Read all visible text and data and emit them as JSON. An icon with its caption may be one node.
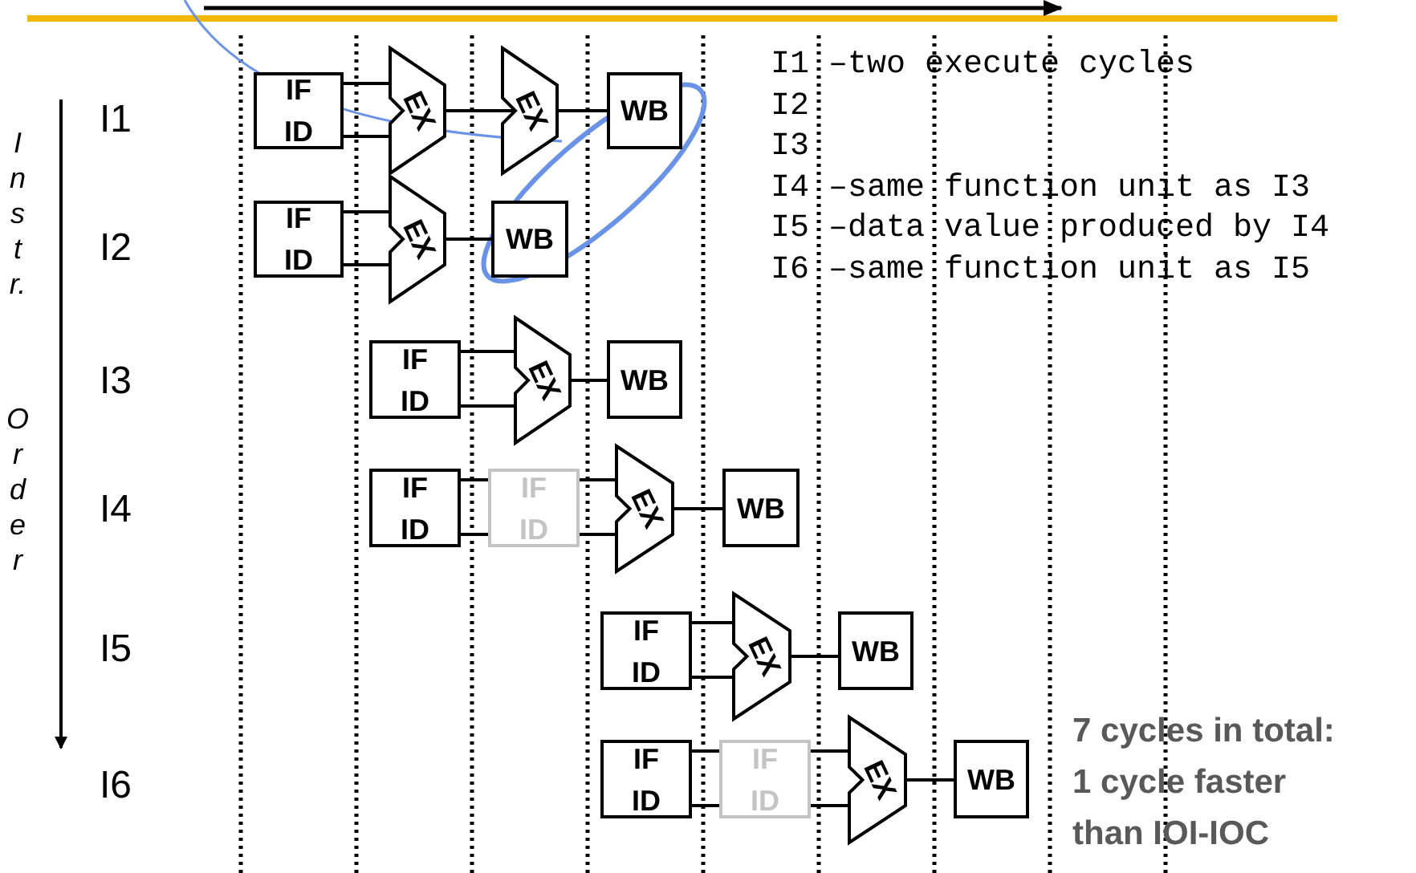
{
  "diagram": {
    "nodes": [
      {
        "text": [
          "IF ID"
        ]
      },
      {
        "text": [
          "EX"
        ]
      },
      {
        "text": [
          "EX"
        ]
      },
      {
        "text": [
          "WB"
        ]
      },
      {
        "text": [
          "IF ID"
        ]
      },
      {
        "text": [
          "EX"
        ]
      },
      {
        "text": [
          "WB"
        ]
      },
      {
        "text": [
          "IF ID"
        ]
      },
      {
        "text": [
          "EX"
        ]
      },
      {
        "text": [
          "WB"
        ]
      },
      {
        "text": [
          "IF ID"
        ]
      },
      {
        "text": [
          "IF ID"
        ]
      },
      {
        "text": [
          "EX"
        ]
      },
      {
        "text": [
          "WB"
        ]
      },
      {
        "text": [
          "IF ID"
        ]
      },
      {
        "text": [
          "EX"
        ]
      },
      {
        "text": [
          "WB"
        ]
      },
      {
        "text": [
          "IF ID"
        ]
      },
      {
        "text": [
          "IF ID"
        ]
      },
      {
        "text": [
          "EX"
        ]
      },
      {
        "text": [
          "WB"
        ]
      }
    ],
    "edges": [
      {
        "from": 0,
        "to": 1,
        "arrow": "none"
      },
      {
        "from": 0,
        "to": 1,
        "arrow": "none"
      },
      {
        "from": 1,
        "to": 2,
        "arrow": "none"
      },
      {
        "from": 2,
        "to": 3,
        "arrow": "none"
      },
      {
        "from": 4,
        "to": 5,
        "arrow": "none"
      },
      {
        "from": 4,
        "to": 5,
        "arrow": "none"
      },
      {
        "from": 5,
        "to": 6,
        "arrow": "none"
      },
      {
        "from": 7,
        "to": 8,
        "arrow": "none"
      },
      {
        "from": 7,
        "to": 8,
        "arrow": "none"
      },
      {
        "from": 8,
        "to": 9,
        "arrow": "none"
      },
      {
        "from": 10,
        "to": 11,
        "arrow": "none"
      },
      {
        "from": 10,
        "to": 11,
        "arrow": "none"
      },
      {
        "from": 11,
        "to": 12,
        "arrow": "none"
      },
      {
        "from": 11,
        "to": 12,
        "arrow": "none"
      },
      {
        "from": 12,
        "to": 13,
        "arrow": "none"
      },
      {
        "from": 14,
        "to": 15,
        "arrow": "none"
      },
      {
        "from": 14,
        "to": 15,
        "arrow": "none"
      },
      {
        "from": 15,
        "to": 16,
        "arrow": "none"
      },
      {
        "from": 17,
        "to": 18,
        "arrow": "none"
      },
      {
        "from": 17,
        "to": 18,
        "arrow": "none"
      },
      {
        "from": 18,
        "to": 19,
        "arrow": "none"
      },
      {
        "from": 18,
        "to": 19,
        "arrow": "none"
      },
      {
        "from": 19,
        "to": 20,
        "arrow": "none"
      }
    ],
    "labels": [
      "I1 –two execute cycles",
      "I2",
      "I3",
      "I4 –same function unit as I3",
      "I5 –data value produced by I4",
      "I6 –same function unit as I5",
      "I1",
      "I2",
      "I3",
      "I4",
      "I5",
      "I6",
      "Instr.",
      "Order",
      "7 cycles in total: 1 cycle faster than IOI-IOC"
    ]
  }
}
